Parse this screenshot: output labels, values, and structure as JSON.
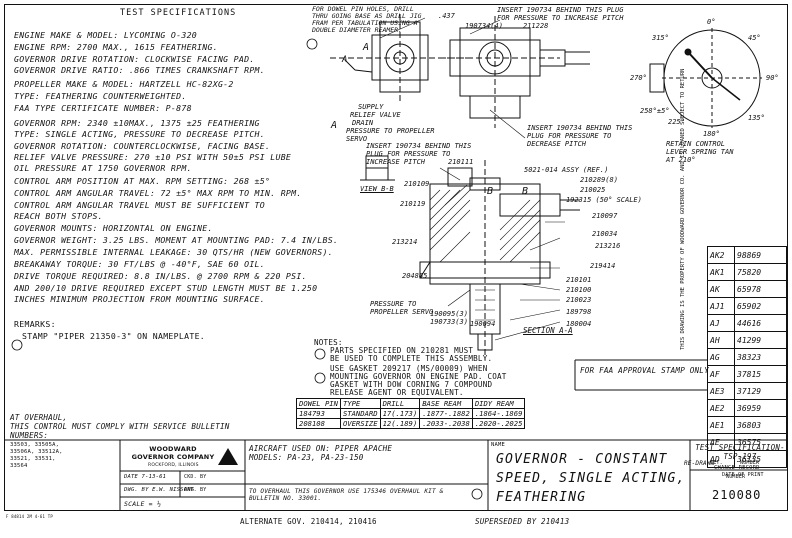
{
  "test_specs": {
    "title": "TEST SPECIFICATIONS",
    "lines": [
      "ENGINE MAKE & MODEL: LYCOMING O-320",
      "ENGINE RPM: 2700 MAX., 1615 FEATHERING.",
      "GOVERNOR DRIVE ROTATION: CLOCKWISE FACING PAD.",
      "GOVERNOR DRIVE RATIO: .866 TIMES CRANKSHAFT RPM.",
      "PROPELLER MAKE & MODEL: HARTZELL HC-82XG-2",
      "TYPE: FEATHERING COUNTERWEIGHTED.",
      "FAA TYPE CERTIFICATE NUMBER: P-878",
      "GOVERNOR RPM: 2340 ±10MAX., 1375 ±25 FEATHERING",
      "TYPE: SINGLE ACTING, PRESSURE TO DECREASE PITCH.",
      "GOVERNOR ROTATION: COUNTERCLOCKWISE, FACING BASE.",
      "RELIEF VALVE PRESSURE: 270 ±10 PSI WITH 50±5 PSI LUBE",
      "OIL PRESSURE AT 1750 GOVERNOR RPM.",
      "CONTROL ARM POSITION AT MAX. RPM SETTING: 268 ±5°",
      "CONTROL ARM ANGULAR TRAVEL: 72 ±5° MAX RPM TO MIN. RPM.",
      "CONTROL ARM ANGULAR TRAVEL MUST BE SUFFICIENT TO",
      "REACH BOTH STOPS.",
      "GOVERNOR MOUNTS: HORIZONTAL ON ENGINE.",
      "GOVERNOR WEIGHT: 3.25 LBS. MOMENT AT MOUNTING PAD: 7.4 IN/LBS.",
      "MAX. PERMISSIBLE INTERNAL LEAKAGE: 30 QTS/HR (NEW GOVERNORS).",
      "BREAKAWAY TORQUE: 30 FT/LBS @ -40°F, SAE 60 OIL.",
      "DRIVE TORQUE REQUIRED: 8.8 IN/LBS. @ 2700 RPM & 220 PSI.",
      "AND 200/10 DRIVE REQUIRED EXCEPT STUD LENGTH MUST BE 1.250",
      "INCHES MINIMUM PROJECTION FROM MOUNTING SURFACE."
    ]
  },
  "remarks": {
    "title": "REMARKS:",
    "line": "STAMP \"PIPER 21350-3\" ON NAMEPLATE."
  },
  "top_notes": {
    "dowel": "FOR DOWEL PIN HOLES, DRILL THRU GOING BASE AS DRILL JIG FRAM PER TABULATION USING A DOUBLE DIAMETER REAMER.",
    "dim": ".437",
    "insert_a": "INSERT 190734 BEHIND THIS PLUG FOR PRESSURE TO INCREASE PITCH",
    "part_211228": "211228",
    "part_190734": "190734(4)",
    "insert_b": "INSERT 190734 BEHIND THIS PLUG FOR PRESSURE TO DECREASE PITCH",
    "supply": "SUPPLY",
    "relief": "RELIEF VALVE",
    "drain": "DRAIN",
    "pressure_servo": "PRESSURE TO PROPELLER SERVO",
    "insert_c": "INSERT 190734 BEHIND THIS PLUG FOR PRESSURE TO INCREASE PITCH",
    "view_bb": "VIEW B-B",
    "retain": "RETAIN CONTROL LEVER SPRING TAN AT 210°"
  },
  "dial": {
    "labels": [
      "0°",
      "45°",
      "90°",
      "135°",
      "180°",
      "225°",
      "270°",
      "315°"
    ],
    "spec_258": "258°±5°"
  },
  "section_parts": {
    "p210111": "210111",
    "p5021": "5021-014 ASSY (REF.)",
    "p210109": "210109",
    "p210119": "210119",
    "p213214": "213214",
    "p204865": "204865",
    "p210289": "210289(8)",
    "p210025": "210025",
    "p192315": "192315 (50° SCALE)",
    "p210097": "210097",
    "p210034": "210034",
    "p213216": "213216",
    "p219414": "219414",
    "p210101": "210101",
    "p210100": "210100",
    "p210023": "210023",
    "p189798": "189798",
    "p180004": "180004",
    "p190094": "190094",
    "p190095": "190095(3)",
    "p190733": "190733(3)",
    "pressure_servo2": "PRESSURE TO PROPELLER SERVO",
    "section_aa": "SECTION A-A",
    "letter_a1": "A",
    "letter_a2": "A",
    "letter_b1": "B",
    "letter_b2": "B"
  },
  "notes": {
    "title": "NOTES:",
    "lines": [
      "PARTS SPECIFIED ON 210281 MUST",
      "BE USED TO COMPLETE THIS ASSEMBLY.",
      "USE GASKET 209217 (MS/00009) WHEN",
      "MOUNTING GOVERNOR ON ENGINE PAD. COAT",
      "GASKET WITH DOW CORNING 7 COMPOUND",
      "RELEASE AGENT OR EQUIVALENT."
    ]
  },
  "drill_table": {
    "headers": [
      "DOWEL",
      "PIN",
      "TYPE",
      "DRILL",
      "BASE REAM",
      "DIDY REAM"
    ],
    "rows": [
      [
        "184793",
        "STANDARD",
        "17(.173)",
        ".1877-.1882",
        ".1864-.1869"
      ],
      [
        "208108",
        "OVERSIZE",
        "12(.189)",
        ".2033-.2038",
        ".2020-.2025"
      ]
    ]
  },
  "faa_stamp": "FOR FAA APPROVAL STAMP ONLY",
  "change_record": {
    "rows": [
      [
        "AK2",
        "98869"
      ],
      [
        "AK1",
        "75820"
      ],
      [
        "AK",
        "65978"
      ],
      [
        "AJ1",
        "65902"
      ],
      [
        "AJ",
        "44616"
      ],
      [
        "AH",
        "41299"
      ],
      [
        "AG",
        "38323"
      ],
      [
        "AF",
        "37815"
      ],
      [
        "AE3",
        "37129"
      ],
      [
        "AE2",
        "36959"
      ],
      [
        "AE1",
        "36803"
      ],
      [
        "AE",
        "36575"
      ],
      [
        "AD",
        "36135"
      ]
    ],
    "redrawn": "RE-DRAWN",
    "ltr": "LET.",
    "number": "NUMBER",
    "change_title": "CHANGE RECORD",
    "date_of_print": "DATE OF PRINT"
  },
  "vertical_notice": "THIS DRAWING IS THE PROPERTY OF WOODWARD GOVERNOR CO. AND IS LOANED SUBJECT TO RETURN",
  "overhaul": {
    "line1": "AT OVERHAUL,",
    "line2": "THIS CONTROL MUST COMPLY WITH SERVICE BULLETIN",
    "numbers_label": "NUMBERS:",
    "numbers": [
      "33503, 33505A,",
      "33506A, 33512A,",
      "33521, 33531,",
      "33564"
    ]
  },
  "title_block": {
    "company": "WOODWARD GOVERNOR COMPANY",
    "city": "ROCKFORD, ILLINOIS",
    "aircraft": "AIRCRAFT USED ON: PIPER APACHE",
    "models": "MODELS: PA-23, PA-23-150",
    "date": "DATE 7-13-61",
    "chkd": "CKD. BY",
    "dwg_by": "DWG. BY E.W. NISSONG",
    "app_by": "APP. BY",
    "scale": "SCALE = ½",
    "overhaul_note": "TO OVERHAUL THIS GOVERNOR USE 175346 OVERHAUL KIT & BULLETIN NO. 33001.",
    "name_label": "NAME",
    "name_lines": [
      "GOVERNOR - CONSTANT",
      "SPEED, SINGLE ACTING,",
      "FEATHERING"
    ],
    "test_spec": "TEST SPECIFICATION- TSP-197",
    "number_label": "NUMBER",
    "number": "210080"
  },
  "footer": {
    "form": "F 84814 2M 4-61 TP",
    "alternate": "ALTERNATE GOV. 210414, 210416",
    "superseded": "SUPERSEDED BY 210413"
  }
}
